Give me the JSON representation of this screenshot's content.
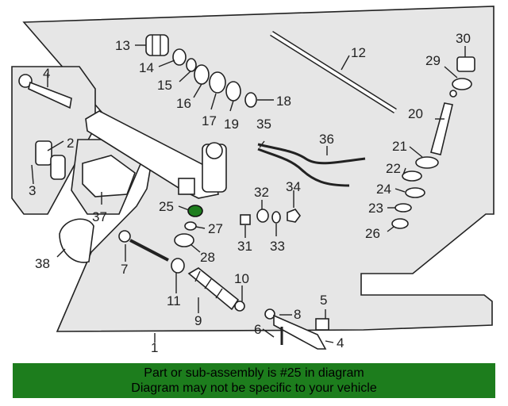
{
  "diagram": {
    "callouts": [
      "1",
      "2",
      "3",
      "4",
      "5",
      "6",
      "7",
      "8",
      "9",
      "10",
      "11",
      "12",
      "13",
      "14",
      "15",
      "16",
      "17",
      "18",
      "19",
      "20",
      "21",
      "22",
      "23",
      "24",
      "25",
      "26",
      "27",
      "28",
      "29",
      "30",
      "31",
      "32",
      "33",
      "34",
      "35",
      "36",
      "37",
      "38"
    ],
    "highlighted_part": "25",
    "highlight_color": "#1d7d1d"
  },
  "banner": {
    "line1": "Part or sub-assembly is #25 in diagram",
    "line2": "Diagram may not be specific to your vehicle",
    "background": "#1d7d1d"
  }
}
